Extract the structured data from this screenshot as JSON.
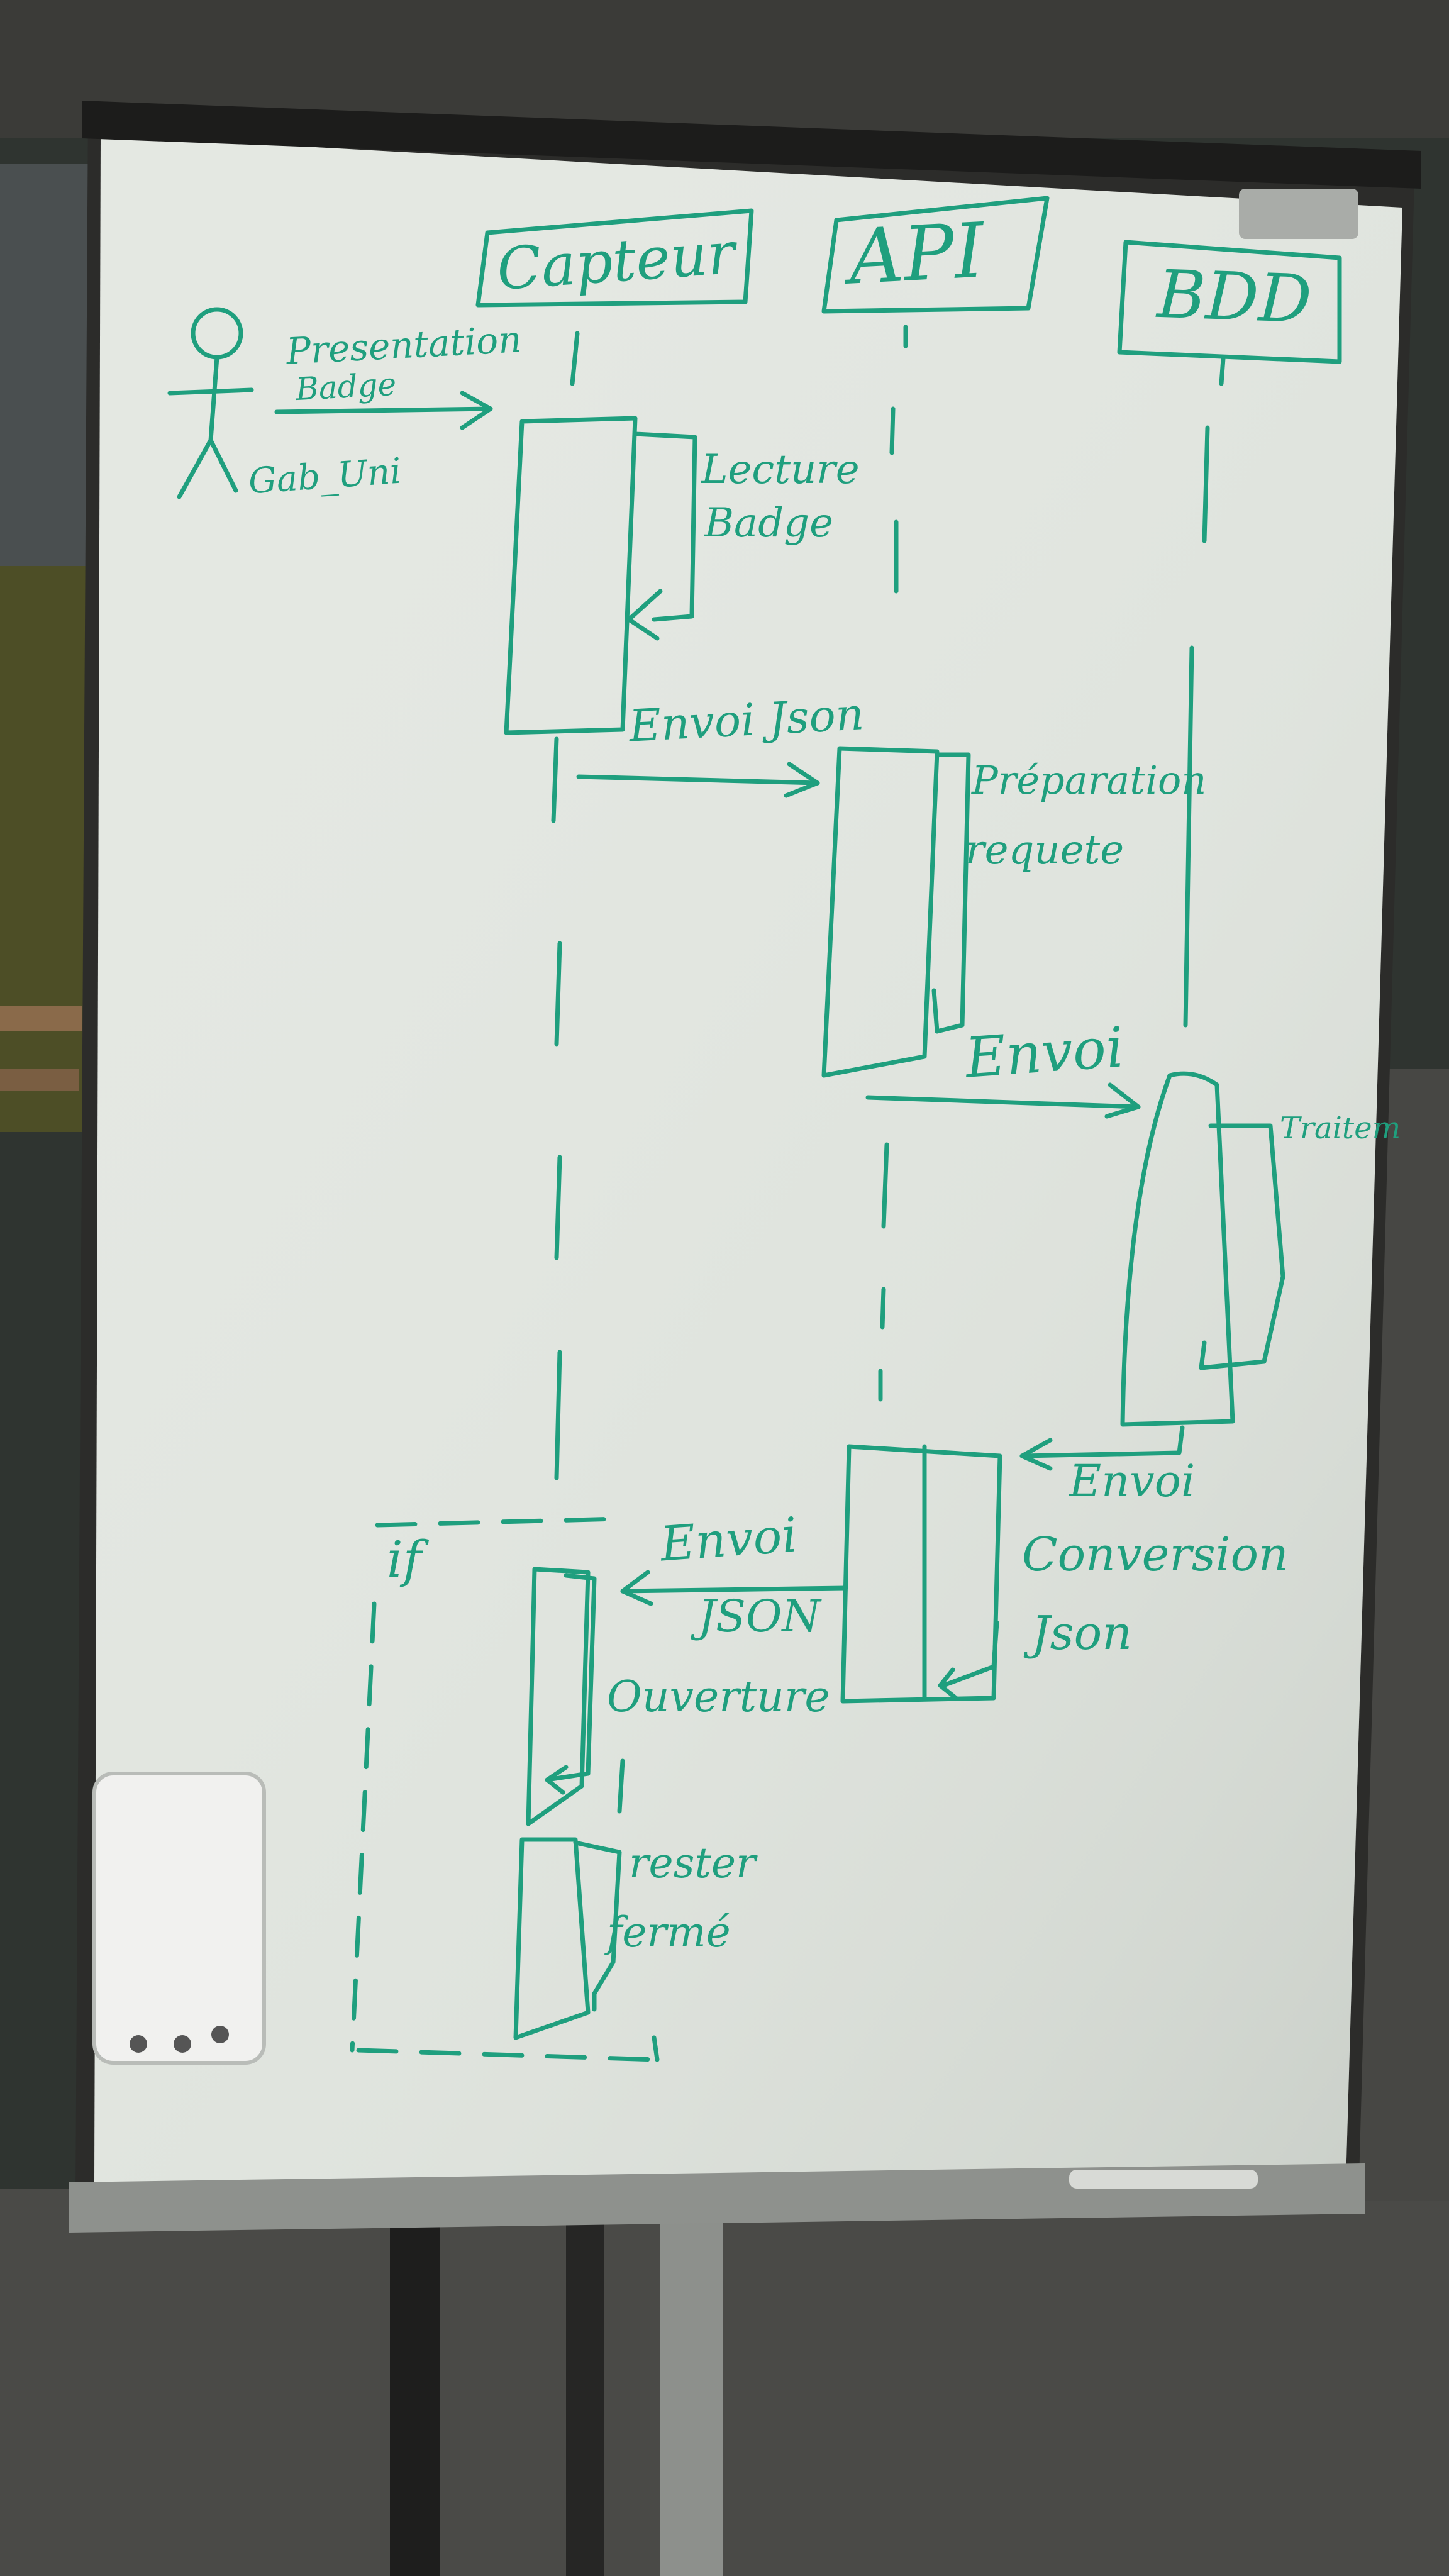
{
  "scene": {
    "description_tag": "whiteboard",
    "colors": {
      "marker": "#1f9f7e",
      "board": "#e4e8e2",
      "frame": "#2c2c2a",
      "floor": "#4a4a47",
      "wall": "#2f3430"
    }
  },
  "participants": {
    "capteur": "Capteur",
    "api": "API",
    "bdd": "BDD"
  },
  "actor": {
    "name": "Gab_Uni",
    "action_line1": "Presentation",
    "action_line2": "Badge"
  },
  "messages": {
    "lecture": "Lecture",
    "badge": "Badge",
    "envoi_json": "Envoi Json",
    "preparation": "Préparation",
    "requete": "requete",
    "envoi": "Envoi",
    "traitement": "Traitem",
    "envoi_back": "Envoi",
    "conversion": "Conversion",
    "json_back": "Json",
    "envoi_capteur": "Envoi",
    "json_capteur": "JSON",
    "ouverture": "Ouverture",
    "rester": "rester",
    "ferme": "fermé",
    "alt_if": "if"
  }
}
